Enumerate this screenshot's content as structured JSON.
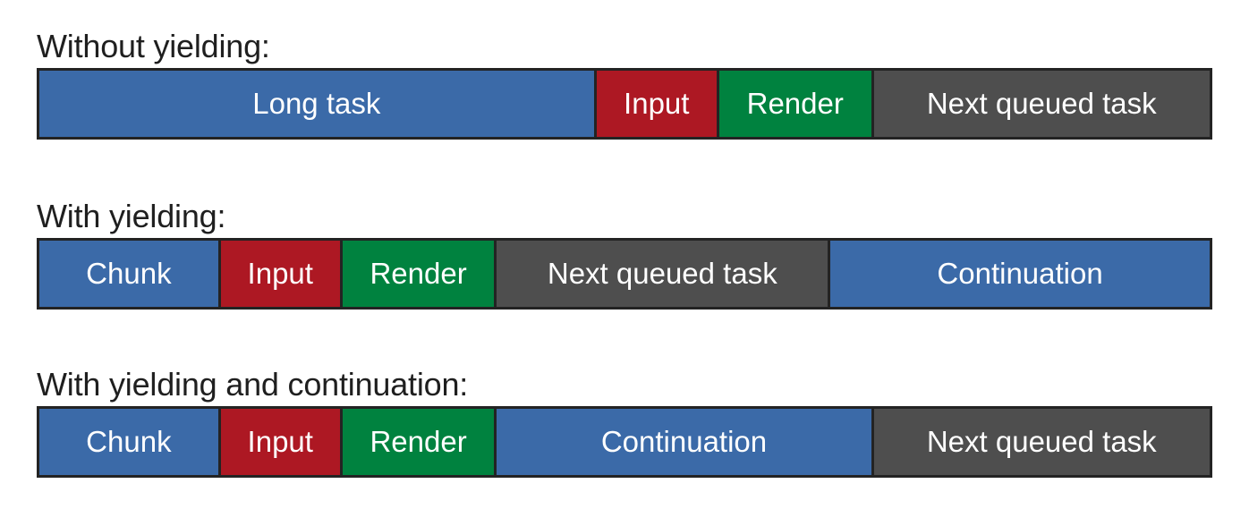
{
  "palette": {
    "blue": "#3b6aa8",
    "red": "#ad1823",
    "green": "#00823f",
    "gray": "#4e4e4e",
    "border": "#232323",
    "heading_text": "#1f1f1f",
    "segment_text": "#ffffff",
    "background": "#ffffff"
  },
  "chart_data": {
    "type": "bar",
    "orientation": "horizontal-stacked",
    "title": "",
    "xlabel": "",
    "ylabel": "",
    "grid": false,
    "legend": "none",
    "categories": [
      "Without yielding:",
      "With yielding:",
      "With yielding and continuation:"
    ],
    "series": [
      {
        "name": "Without yielding:",
        "segments": [
          {
            "label": "Long task",
            "color": "blue",
            "width_pct": 47.6
          },
          {
            "label": "Input",
            "color": "red",
            "width_pct": 10.5
          },
          {
            "label": "Render",
            "color": "green",
            "width_pct": 13.2
          },
          {
            "label": "Next queued task",
            "color": "gray",
            "width_pct": 28.7
          }
        ]
      },
      {
        "name": "With yielding:",
        "segments": [
          {
            "label": "Chunk",
            "color": "blue",
            "width_pct": 15.5
          },
          {
            "label": "Input",
            "color": "red",
            "width_pct": 10.4
          },
          {
            "label": "Render",
            "color": "green",
            "width_pct": 13.2
          },
          {
            "label": "Next queued task",
            "color": "gray",
            "width_pct": 28.5
          },
          {
            "label": "Continuation",
            "color": "blue",
            "width_pct": 32.4
          }
        ]
      },
      {
        "name": "With yielding and continuation:",
        "segments": [
          {
            "label": "Chunk",
            "color": "blue",
            "width_pct": 15.5
          },
          {
            "label": "Input",
            "color": "red",
            "width_pct": 10.4
          },
          {
            "label": "Render",
            "color": "green",
            "width_pct": 13.2
          },
          {
            "label": "Continuation",
            "color": "blue",
            "width_pct": 32.2
          },
          {
            "label": "Next queued task",
            "color": "gray",
            "width_pct": 28.7
          }
        ]
      }
    ]
  },
  "rows": [
    {
      "heading": "Without yielding:",
      "segments": [
        {
          "label": "Long task",
          "color": "blue",
          "width_pct": 47.6
        },
        {
          "label": "Input",
          "color": "red",
          "width_pct": 10.5
        },
        {
          "label": "Render",
          "color": "green",
          "width_pct": 13.2
        },
        {
          "label": "Next queued task",
          "color": "gray",
          "width_pct": 28.7
        }
      ]
    },
    {
      "heading": "With yielding:",
      "segments": [
        {
          "label": "Chunk",
          "color": "blue",
          "width_pct": 15.5
        },
        {
          "label": "Input",
          "color": "red",
          "width_pct": 10.4
        },
        {
          "label": "Render",
          "color": "green",
          "width_pct": 13.2
        },
        {
          "label": "Next queued task",
          "color": "gray",
          "width_pct": 28.5
        },
        {
          "label": "Continuation",
          "color": "blue",
          "width_pct": 32.4
        }
      ]
    },
    {
      "heading": "With yielding and continuation:",
      "segments": [
        {
          "label": "Chunk",
          "color": "blue",
          "width_pct": 15.5
        },
        {
          "label": "Input",
          "color": "red",
          "width_pct": 10.4
        },
        {
          "label": "Render",
          "color": "green",
          "width_pct": 13.2
        },
        {
          "label": "Continuation",
          "color": "blue",
          "width_pct": 32.2
        },
        {
          "label": "Next queued task",
          "color": "gray",
          "width_pct": 28.7
        }
      ]
    }
  ]
}
